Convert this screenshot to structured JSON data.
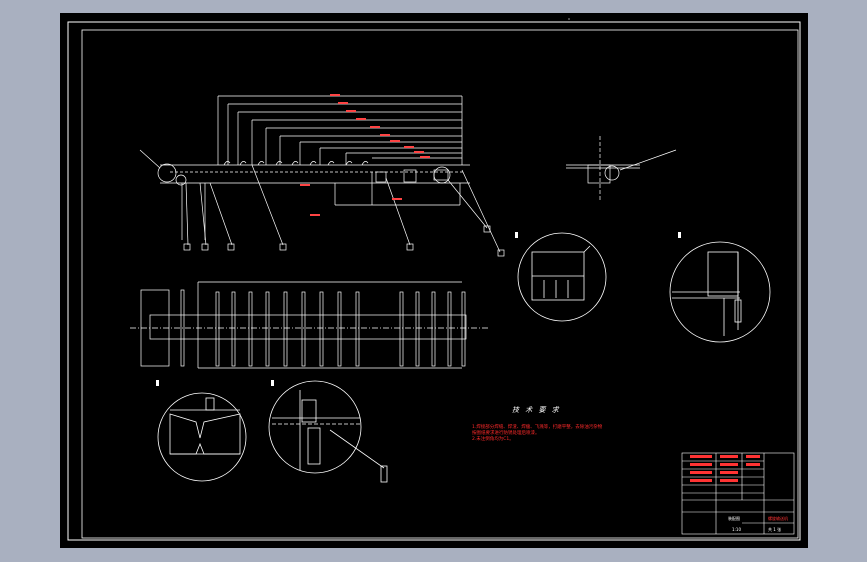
{
  "technical_requirements": {
    "title": "技 术 要 求",
    "notes": [
      "1.焊接部分焊缝、焊渣、焊瘤、飞溅等，打磨平整，去除油污杂物",
      "   按图纸要求进行防锈处理后喷漆。",
      "2.未注倒角均为C1。"
    ]
  },
  "title_block": {
    "drawing_name": "螺旋输送机",
    "material": "装配图",
    "scale": "1:10",
    "sheet": "共 1 张"
  },
  "colors": {
    "background": "#000000",
    "outer_bg": "#a9b0c0",
    "lines": "#ffffff",
    "annotation": "#ff2a2a"
  }
}
